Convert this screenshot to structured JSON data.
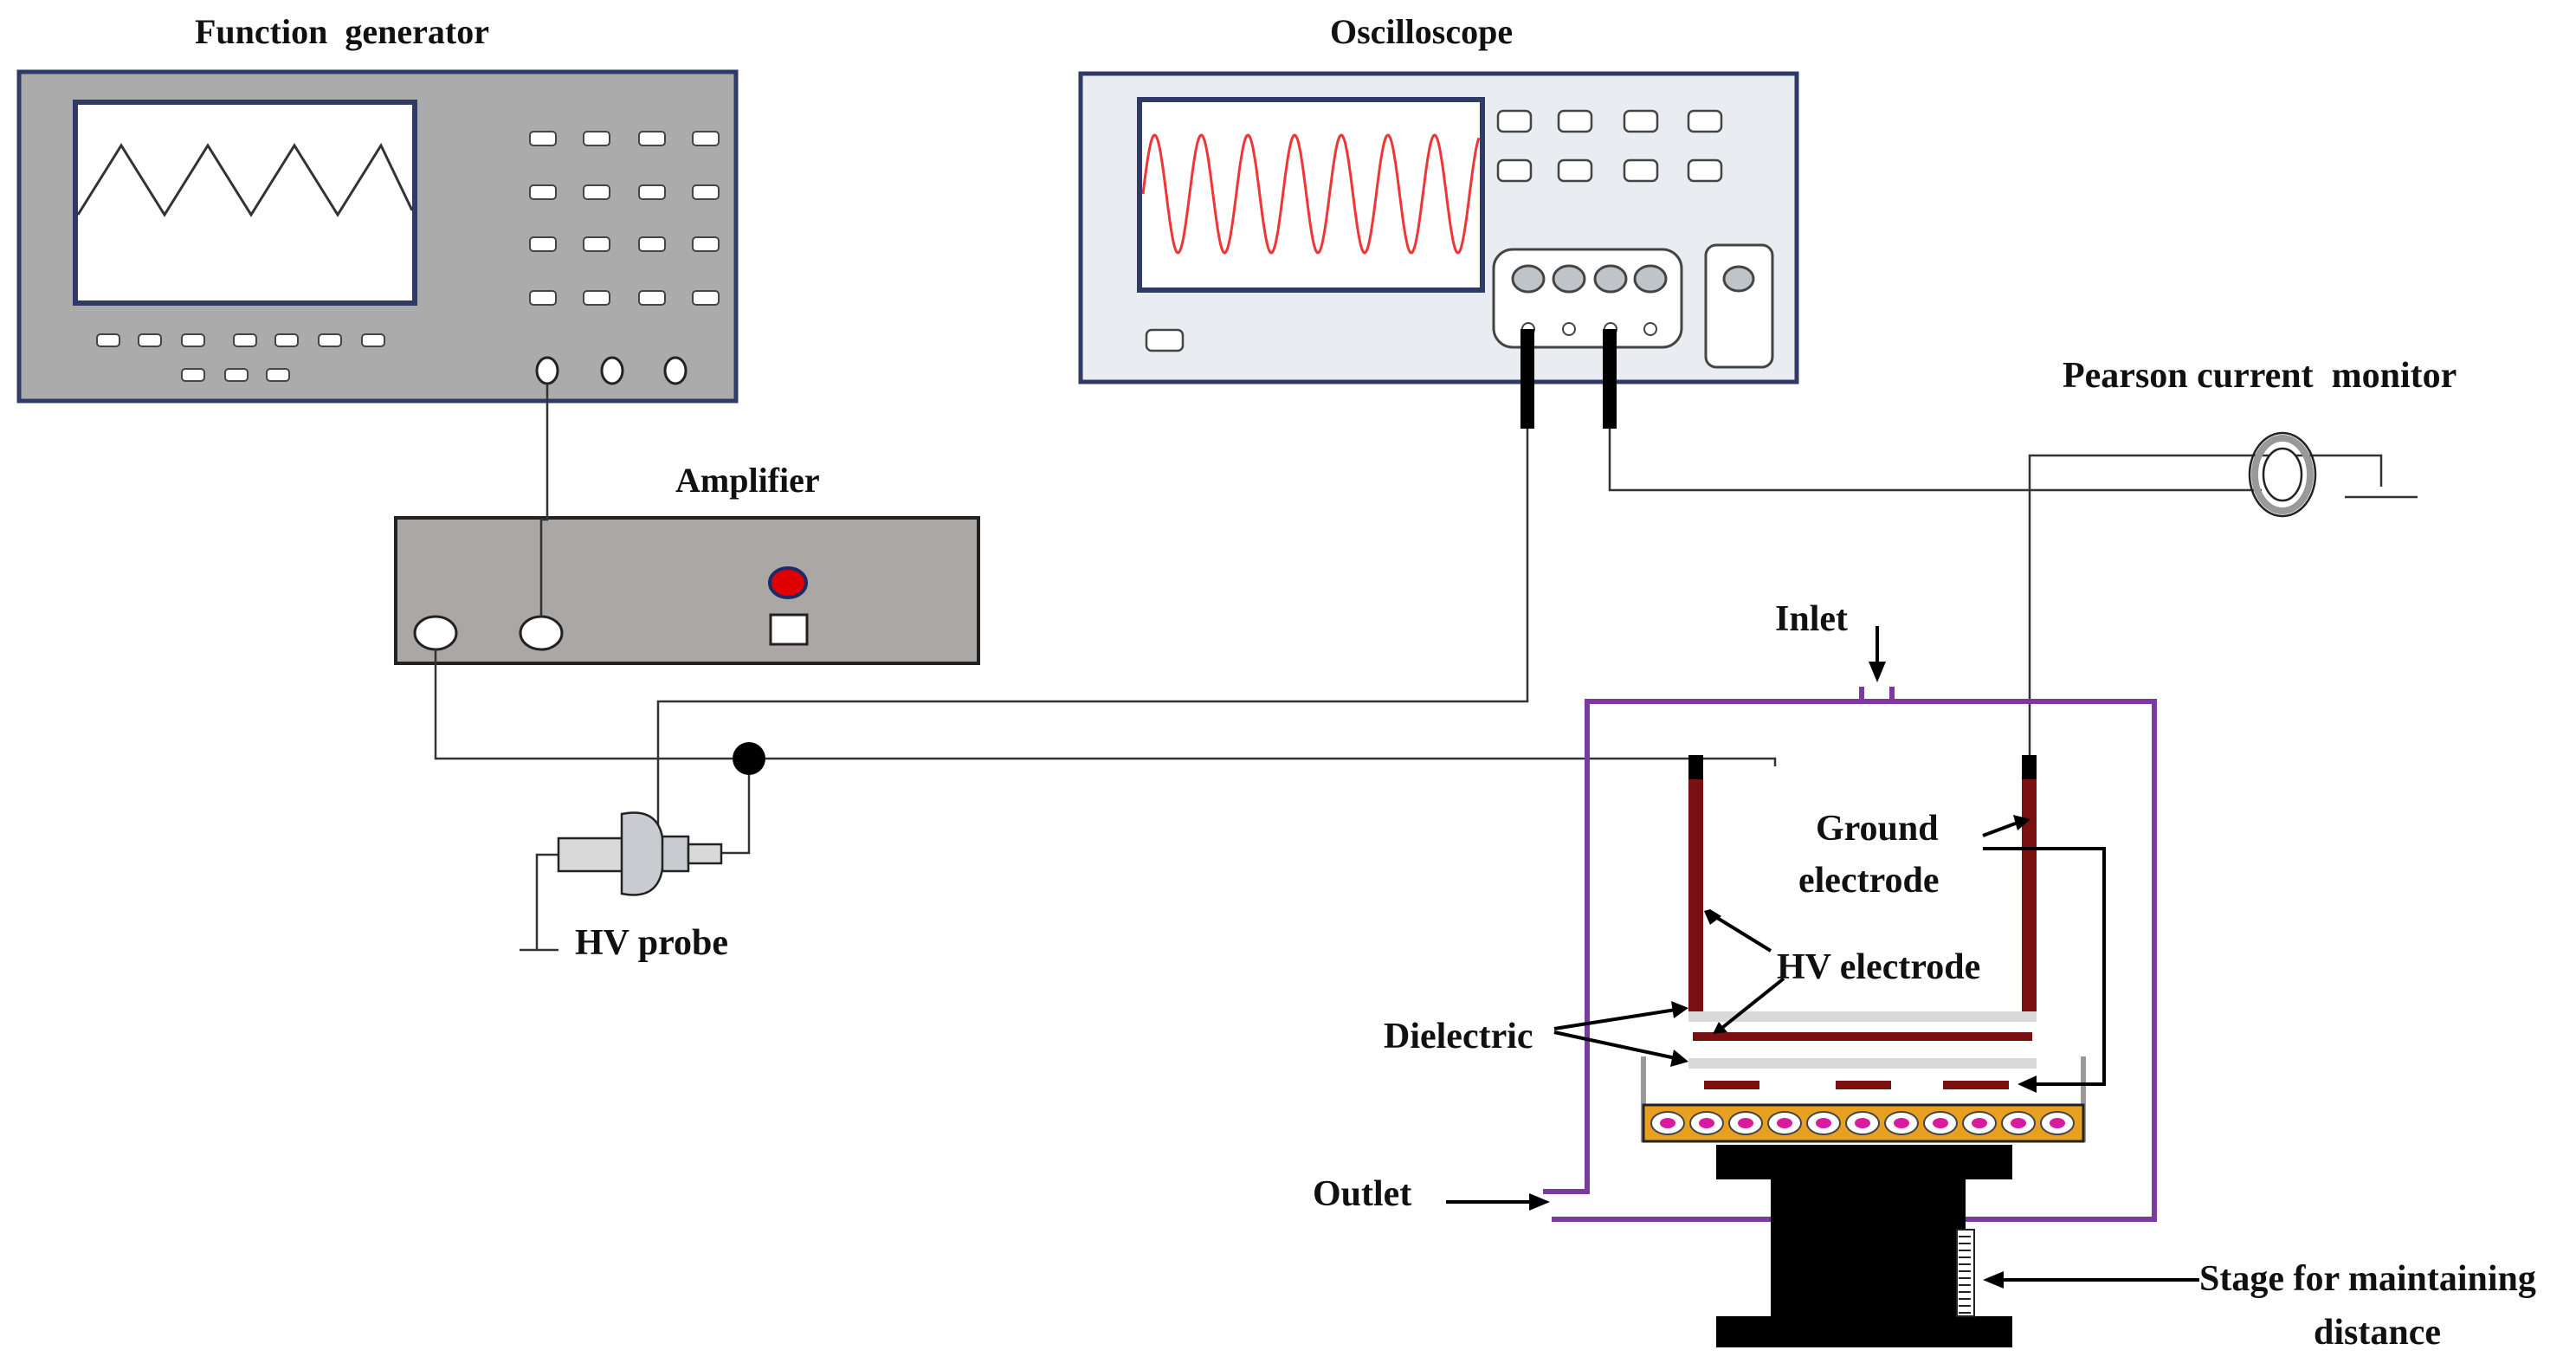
{
  "diagram": {
    "function_generator": {
      "title": "Function  generator",
      "waveform_icon": "triangle-wave-icon"
    },
    "oscilloscope": {
      "title": "Oscilloscope",
      "waveform_icon": "sine-wave-icon"
    },
    "amplifier": {
      "title": "Amplifier"
    },
    "hv_probe": {
      "label": "HV probe"
    },
    "pearson_monitor": {
      "label": "Pearson current  monitor"
    },
    "chamber": {
      "inlet": "Inlet",
      "outlet": "Outlet",
      "ground_electrode_line1": "Ground",
      "ground_electrode_line2": "electrode",
      "hv_electrode": "HV electrode",
      "dielectric": "Dielectric",
      "stage_line1": "Stage for maintaining",
      "stage_line2": "distance"
    },
    "colors": {
      "device_frame": "#2f3a66",
      "function_generator_fill": "#ababab",
      "oscilloscope_fill": "#e9edf1",
      "amplifier_fill": "#aaa7a5",
      "electrode": "#7a1010",
      "chamber_wall": "#7a3aa0",
      "indicator_red": "#e00000",
      "sample_tray": "#e8a020",
      "sample_dot": "#d81b9c",
      "sine_wave": "#ef3535",
      "stage": "#000000"
    }
  }
}
